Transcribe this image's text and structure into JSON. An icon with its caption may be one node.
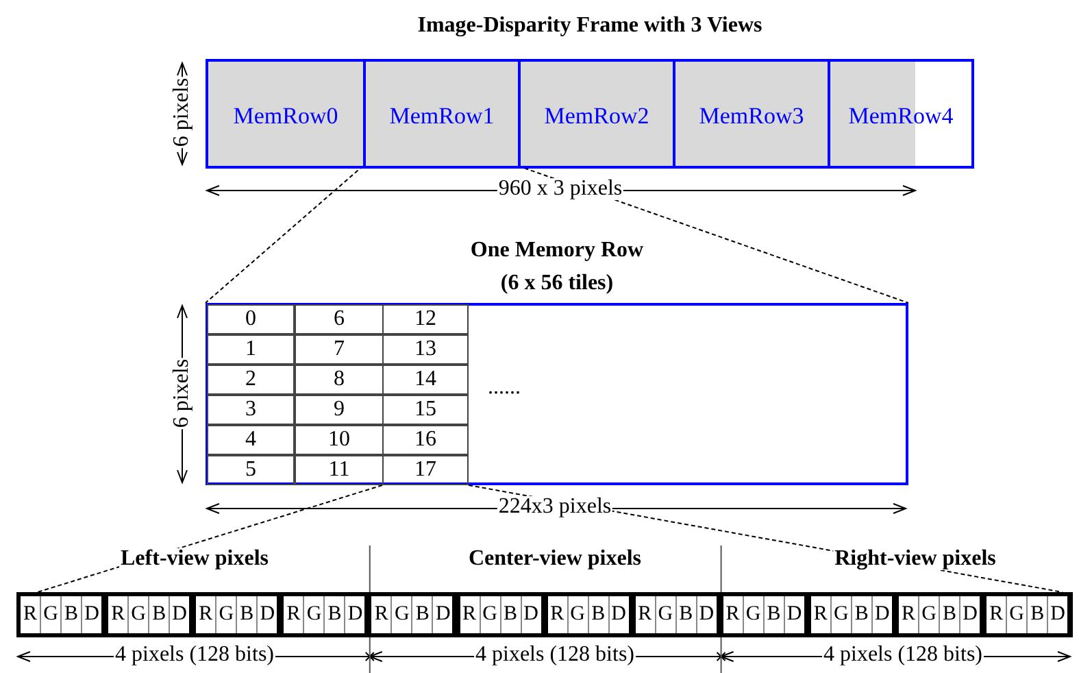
{
  "diagram": {
    "nodes": [
      {
        "text": [
          "Image-Disparity Frame with 3 Views"
        ]
      },
      {
        "text": [
          "MemRow0"
        ],
        "in": 0
      },
      {
        "text": [
          "MemRow1"
        ],
        "in": 0
      },
      {
        "text": [
          "MemRow2"
        ],
        "in": 0
      },
      {
        "text": [
          "MemRow3"
        ],
        "in": 0
      },
      {
        "text": [
          "MemRow4"
        ],
        "in": 0
      },
      {
        "text": [
          "One Memory Row (6 x 56 tiles)"
        ]
      },
      {
        "text": [
          "0"
        ],
        "in": 6
      },
      {
        "text": [
          "6"
        ],
        "in": 6
      },
      {
        "text": [
          "12"
        ],
        "in": 6
      },
      {
        "text": [
          "1"
        ],
        "in": 6
      },
      {
        "text": [
          "7"
        ],
        "in": 6
      },
      {
        "text": [
          "13"
        ],
        "in": 6
      },
      {
        "text": [
          "2"
        ],
        "in": 6
      },
      {
        "text": [
          "8"
        ],
        "in": 6
      },
      {
        "text": [
          "14"
        ],
        "in": 6
      },
      {
        "text": [
          "3"
        ],
        "in": 6
      },
      {
        "text": [
          "9"
        ],
        "in": 6
      },
      {
        "text": [
          "15"
        ],
        "in": 6
      },
      {
        "text": [
          "4"
        ],
        "in": 6
      },
      {
        "text": [
          "10"
        ],
        "in": 6
      },
      {
        "text": [
          "16"
        ],
        "in": 6
      },
      {
        "text": [
          "5"
        ],
        "in": 6
      },
      {
        "text": [
          "11"
        ],
        "in": 6
      },
      {
        "text": [
          "17"
        ],
        "in": 6
      },
      {
        "text": [],
        "shape": "box"
      },
      {
        "text": [
          "R",
          "G",
          "B",
          "D"
        ],
        "in": 25
      },
      {
        "text": [
          "R",
          "G",
          "B",
          "D"
        ],
        "in": 25
      },
      {
        "text": [
          "R",
          "G",
          "B",
          "D"
        ],
        "in": 25
      },
      {
        "text": [
          "R",
          "G",
          "B",
          "D"
        ],
        "in": 25
      },
      {
        "text": [
          "R",
          "G",
          "B",
          "D"
        ],
        "in": 25
      },
      {
        "text": [
          "R",
          "G",
          "B",
          "D"
        ],
        "in": 25
      },
      {
        "text": [
          "R",
          "G",
          "B",
          "D"
        ],
        "in": 25
      },
      {
        "text": [
          "R",
          "G",
          "B",
          "D"
        ],
        "in": 25
      },
      {
        "text": [
          "R",
          "G",
          "B",
          "D"
        ],
        "in": 25
      },
      {
        "text": [
          "R",
          "G",
          "B",
          "D"
        ],
        "in": 25
      },
      {
        "text": [
          "R",
          "G",
          "B",
          "D"
        ],
        "in": 25
      },
      {
        "text": [
          "R",
          "G",
          "B",
          "D"
        ],
        "in": 25
      }
    ],
    "edges": [
      {
        "from": 2,
        "to": 6,
        "arrow": "none",
        "style": "dashed"
      },
      {
        "from": 2,
        "to": 6,
        "arrow": "none",
        "style": "dashed"
      },
      {
        "from": 24,
        "to": 25,
        "arrow": "none",
        "style": "dashed"
      },
      {
        "from": 24,
        "to": 25,
        "arrow": "none",
        "style": "dashed"
      }
    ],
    "labels": [
      "6 pixels",
      "960 x 3 pixels",
      "6 pixels",
      "......",
      "224x3 pixels",
      "Left-view pixels",
      "Center-view pixels",
      "Right-view pixels",
      "4 pixels (128 bits)",
      "4 pixels (128 bits)",
      "4 pixels (128 bits)"
    ]
  }
}
